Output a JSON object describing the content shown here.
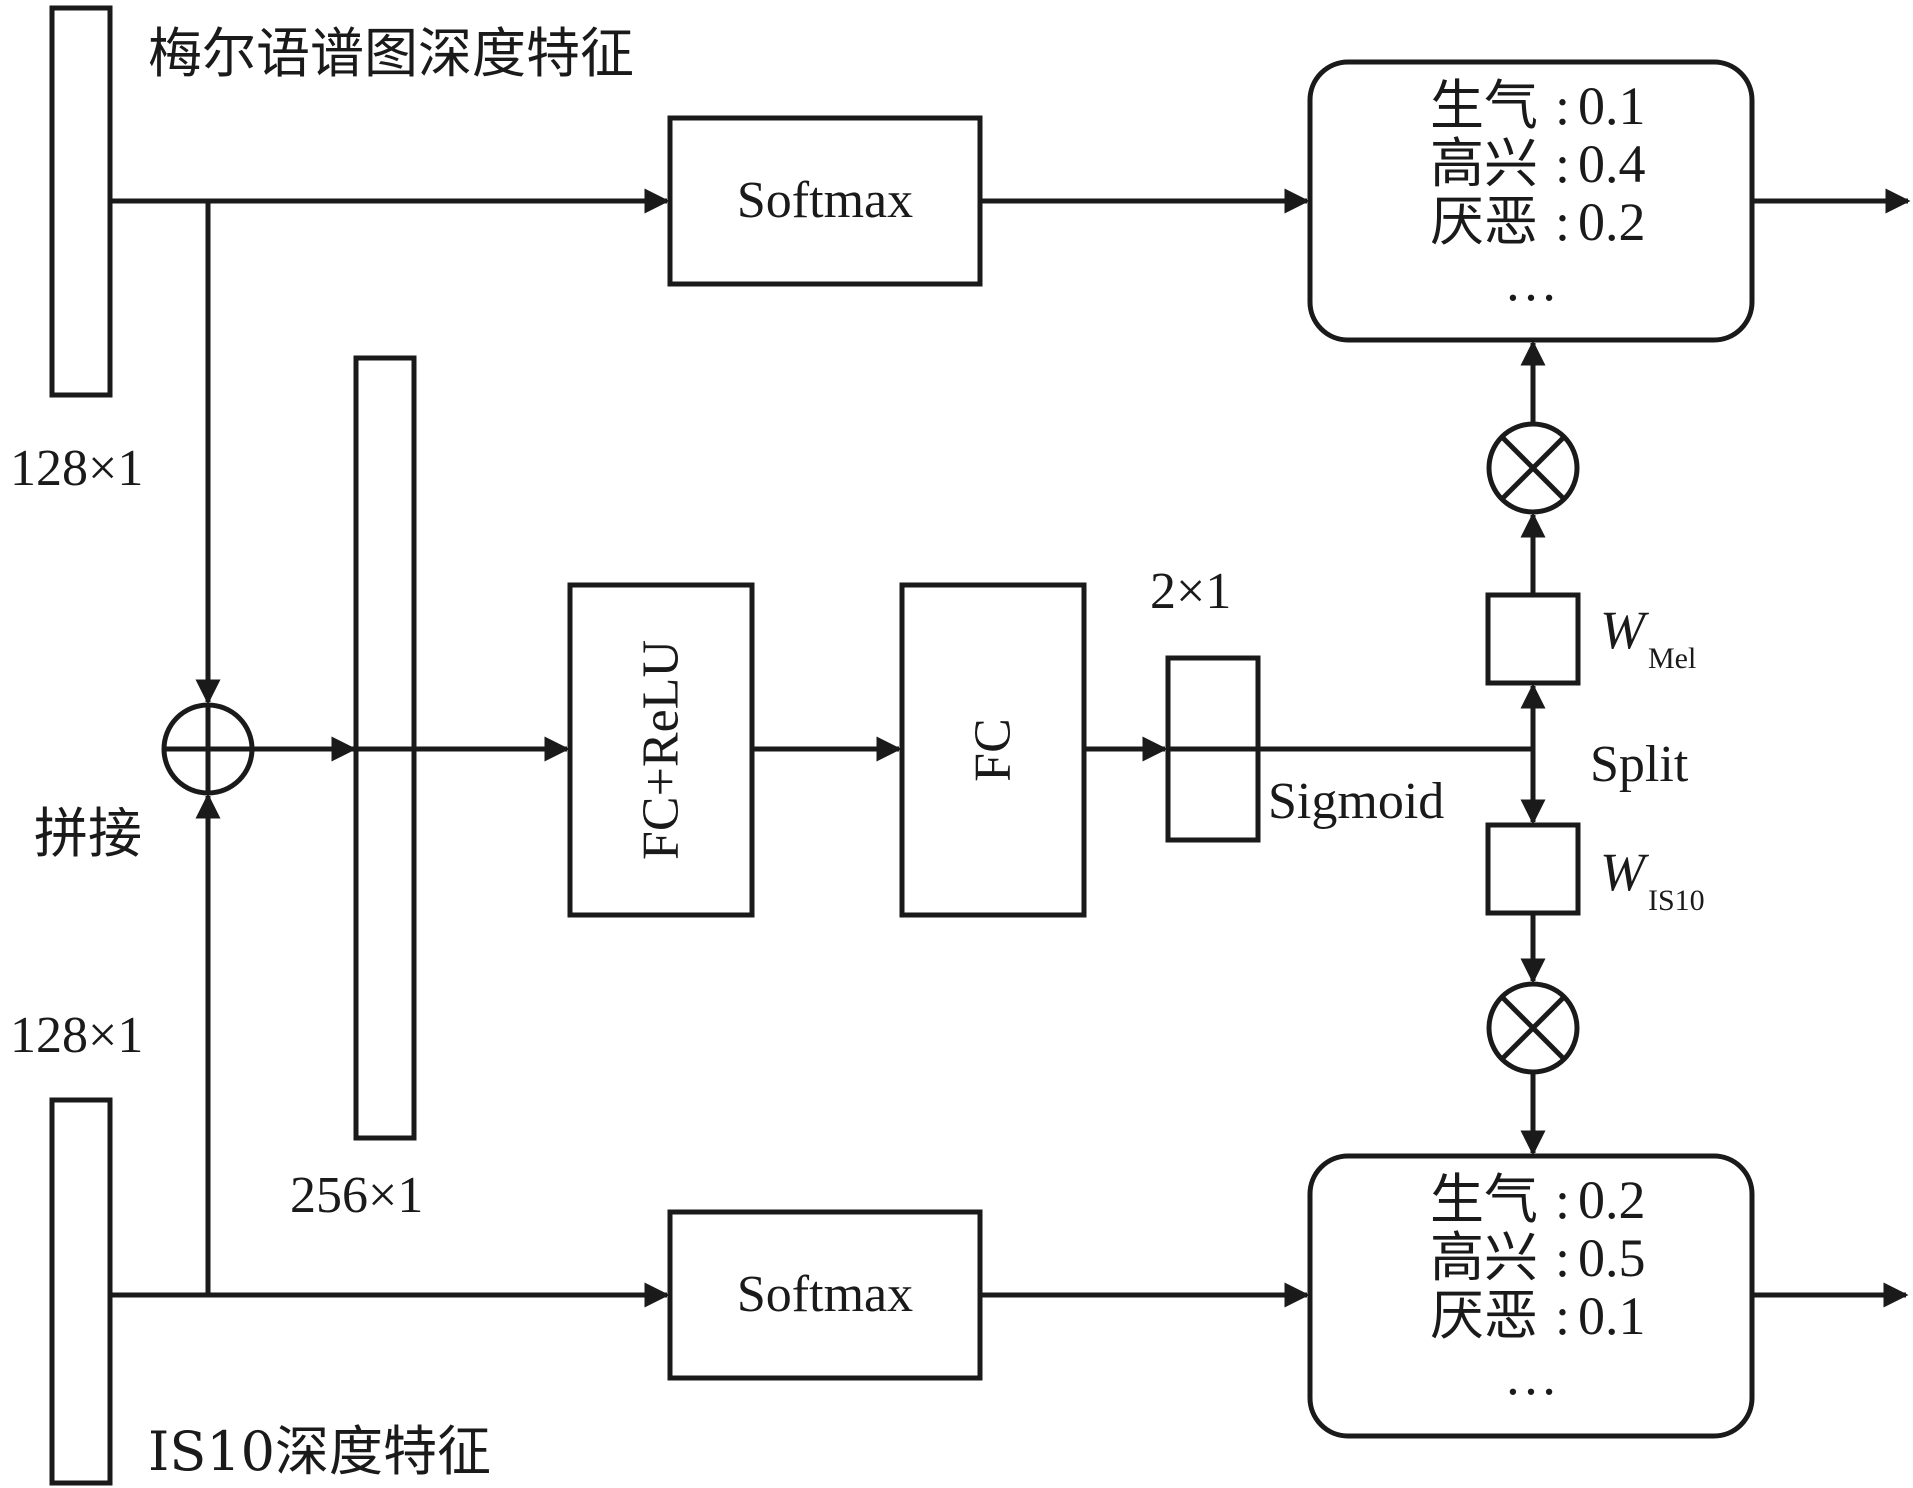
{
  "features": {
    "mel_title": "梅尔语谱图深度特征",
    "mel_dim": "128×1",
    "is10_title": "IS10深度特征",
    "is10_dim": "128×1"
  },
  "fusion": {
    "concat_label": "拼接",
    "concat_dim": "256×1"
  },
  "blocks": {
    "softmax_top": "Softmax",
    "softmax_bottom": "Softmax",
    "fc_relu": "FC+ReLU",
    "fc": "FC",
    "gate_dim": "2×1",
    "sigmoid": "Sigmoid",
    "split": "Split",
    "w_mel_main": "W",
    "w_mel_sub": "Mel",
    "w_is10_main": "W",
    "w_is10_sub": "IS10"
  },
  "outputs": {
    "top": [
      {
        "label": "生气",
        "sep": ":",
        "value": "0.1"
      },
      {
        "label": "高兴",
        "sep": ":",
        "value": "0.4"
      },
      {
        "label": "厌恶",
        "sep": ":",
        "value": "0.2"
      }
    ],
    "top_more": "…",
    "bottom": [
      {
        "label": "生气",
        "sep": ":",
        "value": "0.2"
      },
      {
        "label": "高兴",
        "sep": ":",
        "value": "0.5"
      },
      {
        "label": "厌恶",
        "sep": ":",
        "value": "0.1"
      }
    ],
    "bottom_more": "…"
  }
}
